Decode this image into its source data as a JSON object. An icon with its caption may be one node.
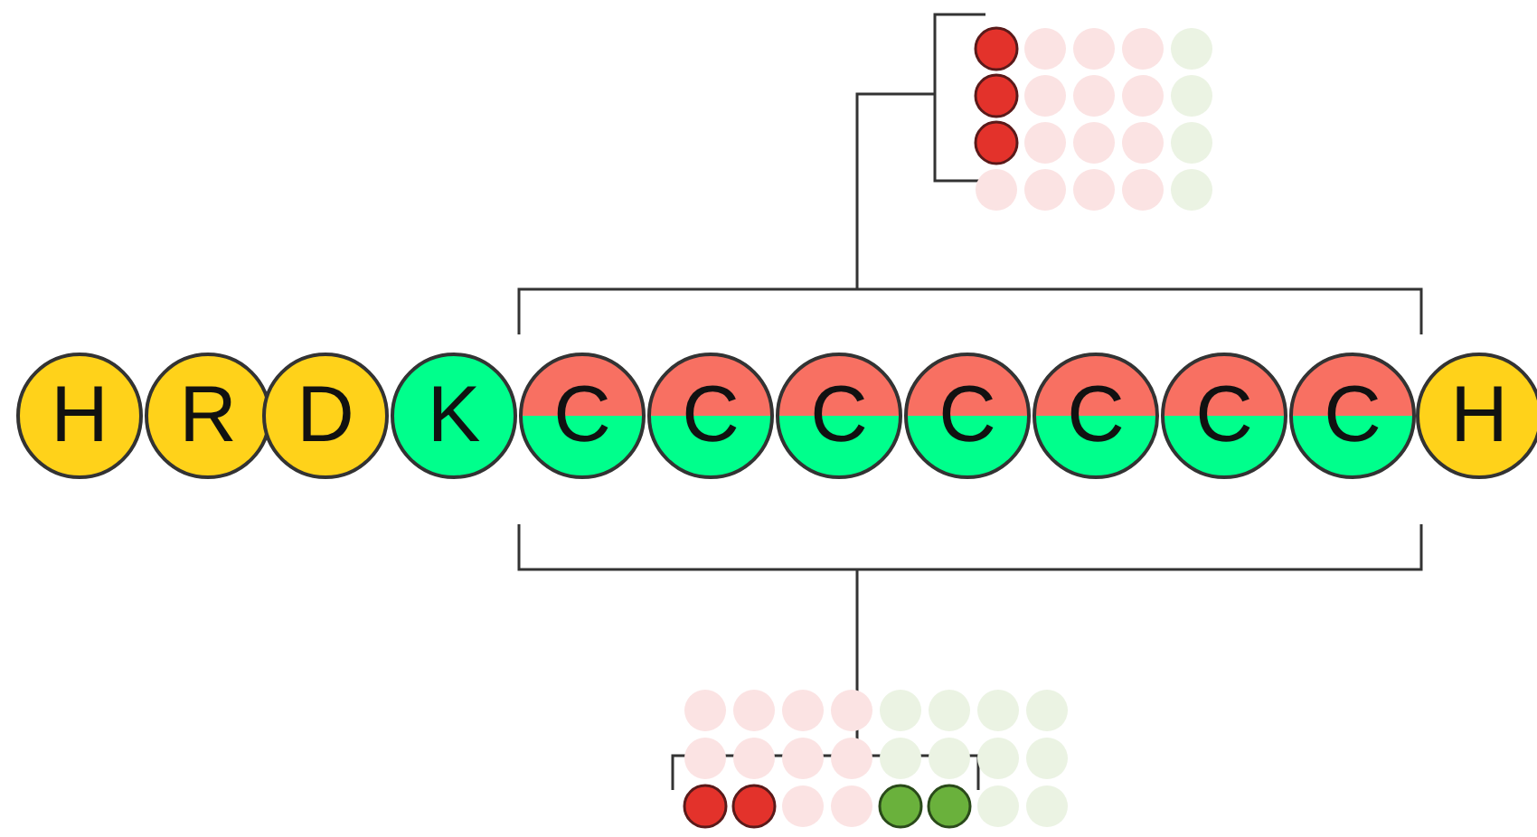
{
  "diagram": {
    "nodes": [
      {
        "text": [
          "H"
        ]
      },
      {
        "text": [
          "R"
        ]
      },
      {
        "text": [
          "D"
        ]
      },
      {
        "text": [
          "K"
        ]
      },
      {
        "text": [
          "C"
        ]
      },
      {
        "text": [
          "C"
        ]
      },
      {
        "text": [
          "C"
        ]
      },
      {
        "text": [
          "C"
        ]
      },
      {
        "text": [
          "C"
        ]
      },
      {
        "text": [
          "C"
        ]
      },
      {
        "text": [
          "C"
        ]
      },
      {
        "text": [
          "H"
        ]
      }
    ]
  }
}
